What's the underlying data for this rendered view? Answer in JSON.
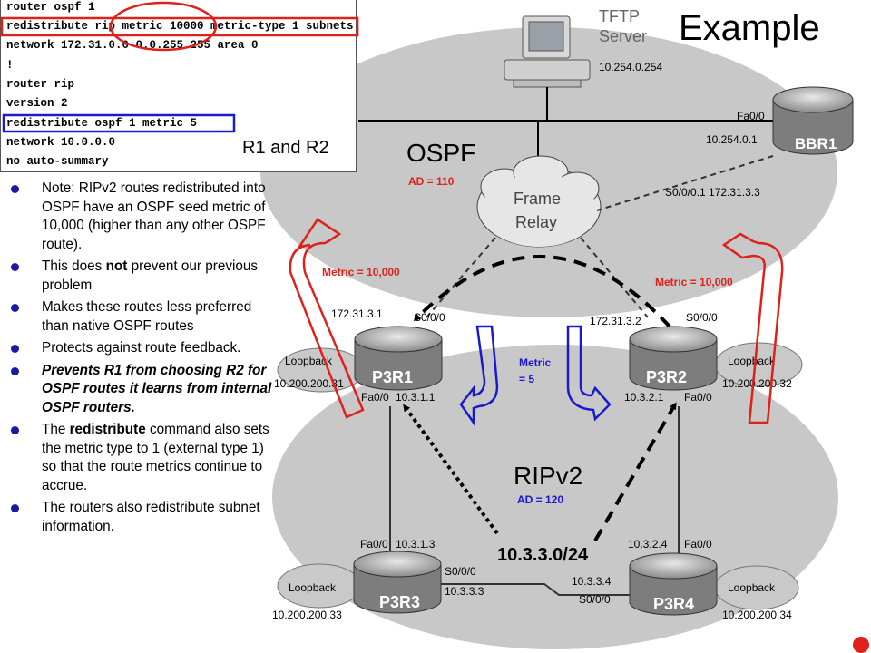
{
  "slide_title": "Example",
  "config": {
    "lines": [
      "router ospf 1",
      "redistribute rip metric 10000 metric-type 1 subnets",
      "network 172.31.0.0 0.0.255.255 area 0",
      "!",
      "router rip",
      "version 2",
      "redistribute ospf 1 metric 5",
      "network 10.0.0.0",
      "no auto-summary"
    ],
    "label": "R1 and R2"
  },
  "notes": {
    "n1": "Note: RIPv2 routes redistributed into OSPF have an OSPF seed metric of 10,000 (higher than any other OSPF route).",
    "n2_pre": "This does ",
    "n2_bold": "not",
    "n2_post": " prevent our previous problem",
    "n3": "Makes these routes less preferred than native OSPF routes",
    "n4": "Protects against route feedback.",
    "n5": "Prevents R1 from choosing R2 for OSPF routes it learns from internal OSPF routers.",
    "n6_pre": "The ",
    "n6_bold": "redistribute",
    "n6_post": " command also sets the metric type to 1 (external type 1) so that the route metrics continue to accrue.",
    "n7": "The routers also redistribute subnet information."
  },
  "diagram": {
    "tftp_title_1": "TFTP",
    "tftp_title_2": "Server",
    "tftp_ip": "10.254.0.254",
    "ospf_label": "OSPF",
    "ospf_ad": "AD = 110",
    "frame_relay_1": "Frame",
    "frame_relay_2": "Relay",
    "bbr1": {
      "name": "BBR1",
      "int": "Fa0/0",
      "ip": "10.254.0.1",
      "s_int": "S0/0/0.1 172.31.3.3"
    },
    "metric_left": "Metric = 10,000",
    "metric_right": "Metric = 10,000",
    "metric5_1": "Metric",
    "metric5_2": "= 5",
    "p3r1": {
      "name": "P3R1",
      "serial_ip": "172.31.3.1",
      "serial_int": "S0/0/0",
      "loopback": "Loopback",
      "lo_ip": "10.200.200.31",
      "fa": "Fa0/0",
      "fa_ip": "10.3.1.1"
    },
    "p3r2": {
      "name": "P3R2",
      "serial_ip": "172.31.3.2",
      "serial_int": "S0/0/0",
      "loopback": "Loopback",
      "lo_ip": "10.200.200.32",
      "fa": "Fa0/0",
      "fa_ip": "10.3.2.1"
    },
    "ripv2_label": "RIPv2",
    "rip_ad": "AD = 120",
    "subnet": "10.3.3.0/24",
    "p3r3": {
      "name": "P3R3",
      "loopback": "Loopback",
      "lo_ip": "10.200.200.33",
      "fa": "Fa0/0",
      "fa_ip": "10.3.1.3",
      "s_int": "S0/0/0",
      "s_ip": "10.3.3.3"
    },
    "p3r4": {
      "name": "P3R4",
      "loopback": "Loopback",
      "lo_ip": "10.200.200.34",
      "fa": "Fa0/0",
      "fa_ip": "10.3.2.4",
      "s_ip": "10.3.3.4",
      "s_int": "S0/0/0"
    }
  },
  "colors": {
    "red": "#e0201a",
    "blue": "#1a1acc",
    "gray_area": "#c8c8c8",
    "accent_bullet": "#1a1aa6"
  }
}
